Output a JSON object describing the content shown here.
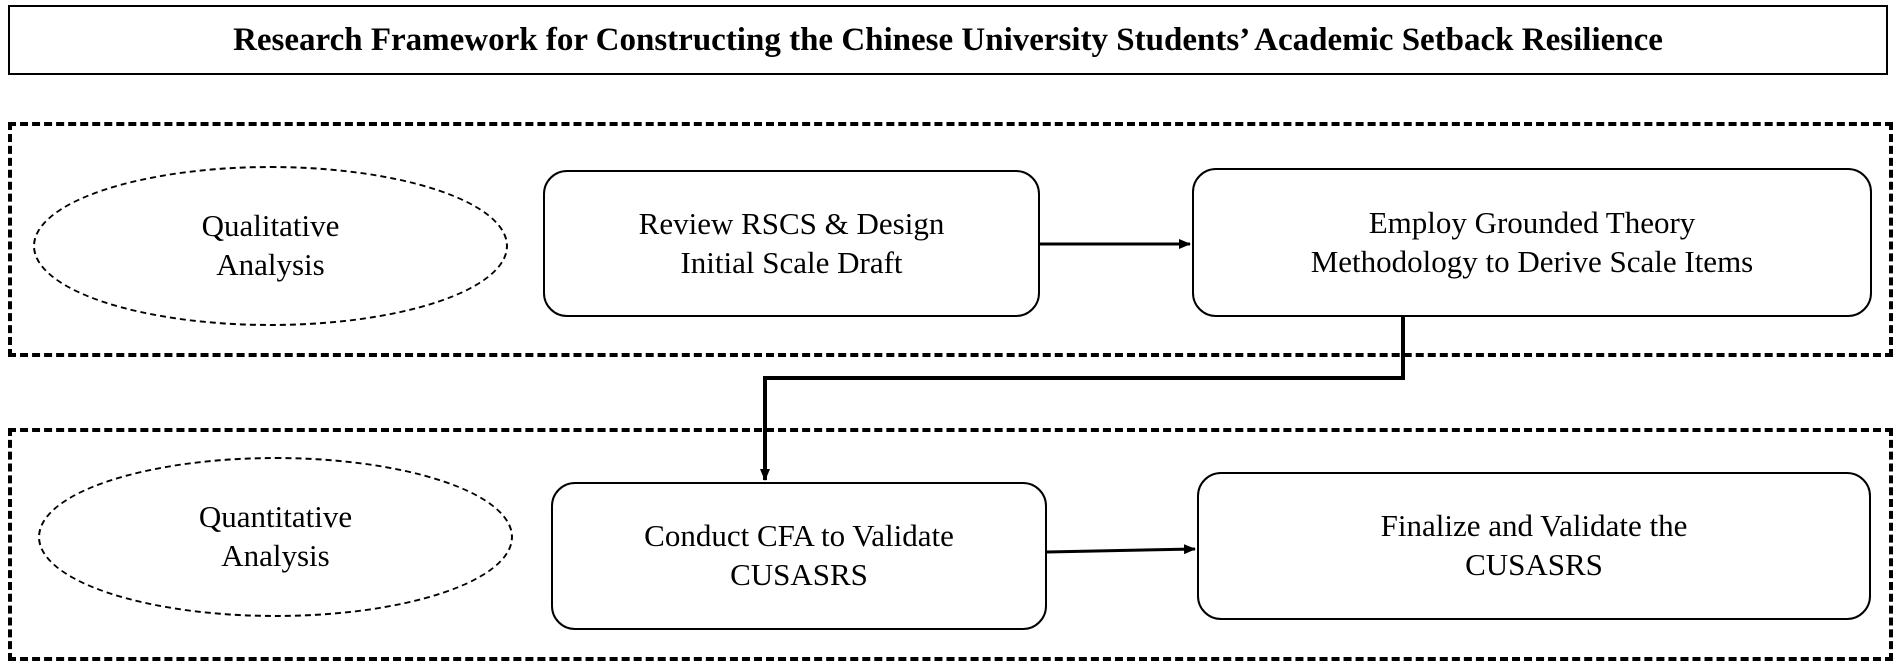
{
  "title": "Research Framework for Constructing the Chinese University Students’ Academic Setback Resilience",
  "phases": [
    {
      "label_lines": [
        "Qualitative",
        "Analysis"
      ]
    },
    {
      "label_lines": [
        "Quantitative",
        "Analysis"
      ]
    }
  ],
  "steps": [
    {
      "lines": [
        "Review RSCS & Design",
        "Initial Scale Draft"
      ]
    },
    {
      "lines": [
        "Employ Grounded Theory",
        "Methodology to Derive Scale Items"
      ]
    },
    {
      "lines": [
        "Conduct CFA to Validate",
        "CUSASRS"
      ]
    },
    {
      "lines": [
        "Finalize and Validate the",
        "CUSASRS"
      ]
    }
  ]
}
